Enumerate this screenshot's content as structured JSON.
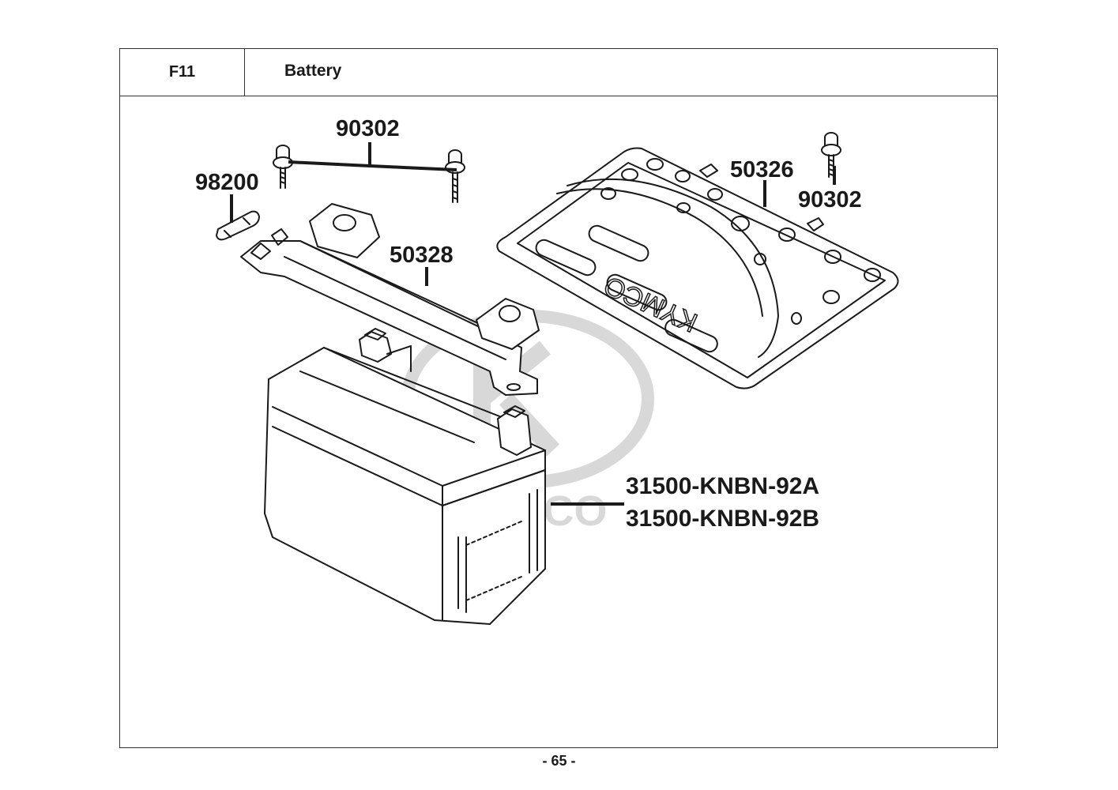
{
  "header": {
    "section_code": "F11",
    "section_title": "Battery"
  },
  "callouts": {
    "bolt_pair": "90302",
    "fuse": "98200",
    "battery_band": "50328",
    "battery_cover": "50326",
    "bolt_single": "90302",
    "battery_a": "31500-KNBN-92A",
    "battery_b": "31500-KNBN-92B"
  },
  "watermark": "KYMCO",
  "cover_emboss": "KYMCO",
  "footer": {
    "page_number": "- 65 -"
  }
}
